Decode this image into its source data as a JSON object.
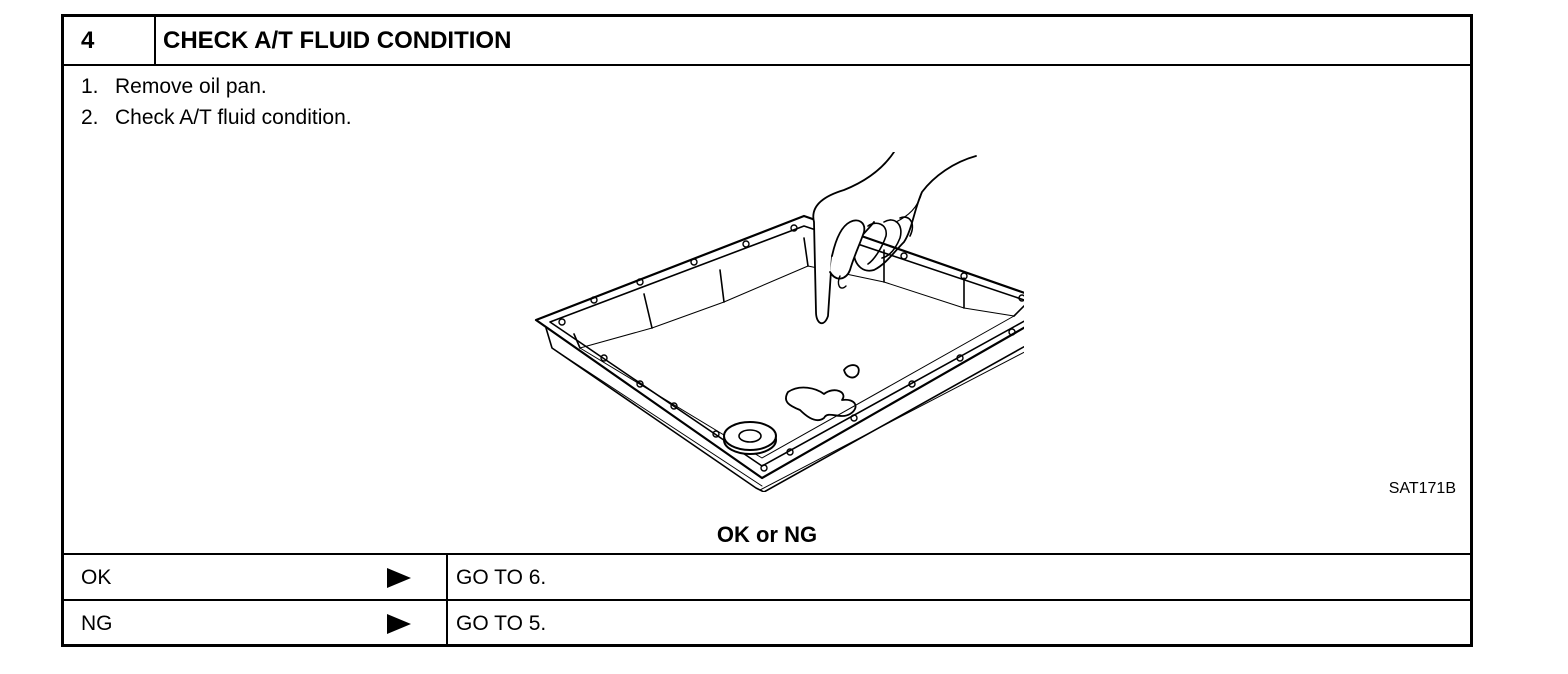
{
  "step": {
    "number": "4",
    "title": "CHECK A/T FLUID CONDITION"
  },
  "instructions": [
    {
      "num": "1.",
      "text": "Remove oil pan."
    },
    {
      "num": "2.",
      "text": "Check A/T fluid condition."
    }
  ],
  "figure": {
    "code": "SAT171B",
    "icon": "oil-pan-finger-illustration"
  },
  "result_prompt": "OK or NG",
  "outcomes": [
    {
      "condition": "OK",
      "action": "GO TO 6."
    },
    {
      "condition": "NG",
      "action": "GO TO 5."
    }
  ]
}
